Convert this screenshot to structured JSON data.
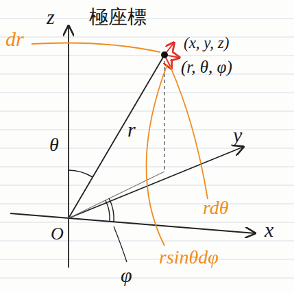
{
  "diagram": {
    "title": "極座標",
    "labels": [
      "z",
      "dr",
      "(x, y, z)",
      "(r, θ, φ)",
      "θ",
      "r",
      "y",
      "rdθ",
      "O",
      "x",
      "φ",
      "rsinθdφ"
    ]
  }
}
